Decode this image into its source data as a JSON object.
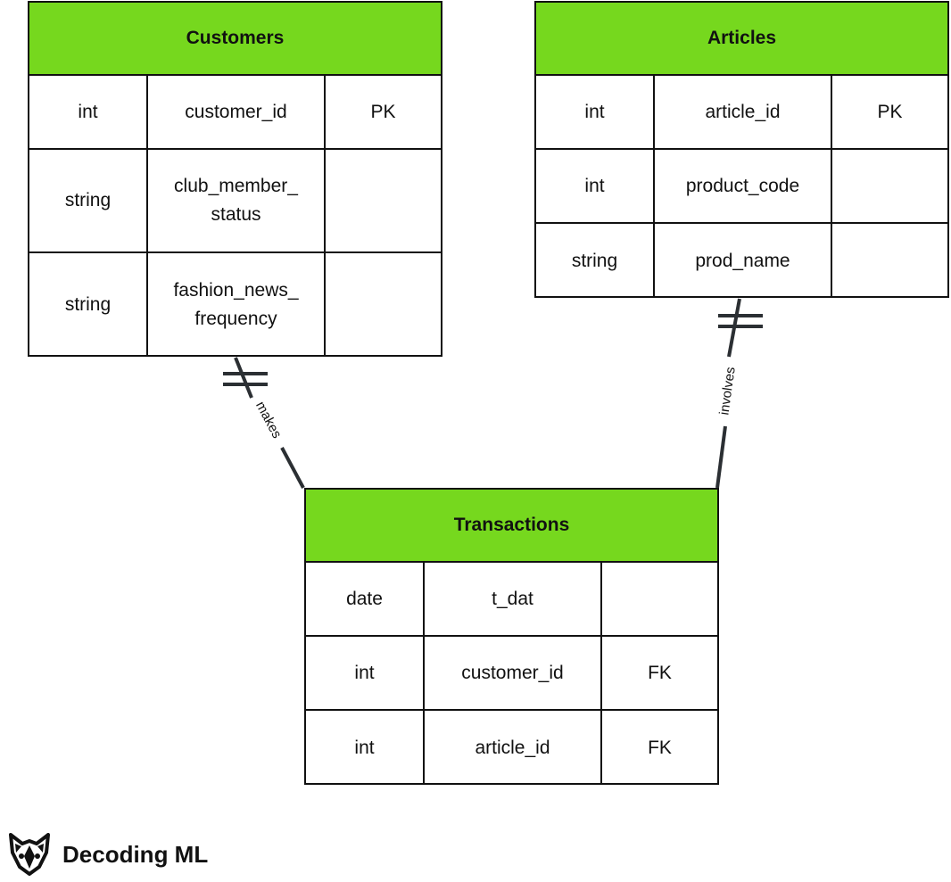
{
  "colors": {
    "header_fill": "#76d81e",
    "border": "#111111",
    "connector": "#2b2f33"
  },
  "entities": {
    "customers": {
      "title": "Customers",
      "rows": [
        {
          "type": "int",
          "name": "customer_id",
          "key": "PK"
        },
        {
          "type": "string",
          "name": "club_member_\nstatus",
          "key": ""
        },
        {
          "type": "string",
          "name": "fashion_news_\nfrequency",
          "key": ""
        }
      ]
    },
    "articles": {
      "title": "Articles",
      "rows": [
        {
          "type": "int",
          "name": "article_id",
          "key": "PK"
        },
        {
          "type": "int",
          "name": "product_code",
          "key": ""
        },
        {
          "type": "string",
          "name": "prod_name",
          "key": ""
        }
      ]
    },
    "transactions": {
      "title": "Transactions",
      "rows": [
        {
          "type": "date",
          "name": "t_dat",
          "key": ""
        },
        {
          "type": "int",
          "name": "customer_id",
          "key": "FK"
        },
        {
          "type": "int",
          "name": "article_id",
          "key": "FK"
        }
      ]
    }
  },
  "relationships": {
    "customers_transactions": {
      "label": "makes",
      "from_notation": "one-and-only-one"
    },
    "articles_transactions": {
      "label": "involves",
      "from_notation": "one-and-only-one"
    }
  },
  "brand": {
    "name": "Decoding ML",
    "icon": "wolf-logo-icon"
  }
}
